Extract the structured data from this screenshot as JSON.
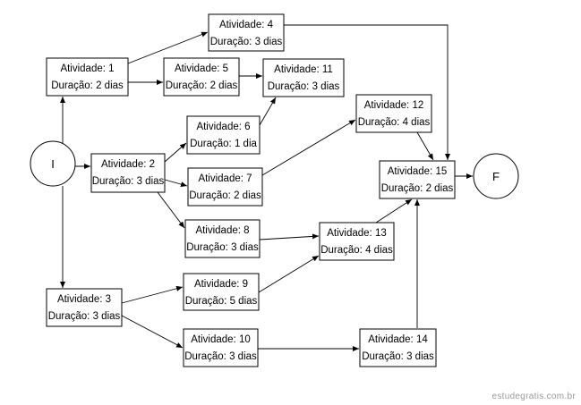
{
  "diagram": {
    "start": {
      "label": "I"
    },
    "finish": {
      "label": "F"
    },
    "activities": [
      {
        "id": "a1",
        "line1": "Atividade: 1",
        "line2": "Duração: 2 dias"
      },
      {
        "id": "a2",
        "line1": "Atividade: 2",
        "line2": "Duração: 3 dias"
      },
      {
        "id": "a3",
        "line1": "Atividade: 3",
        "line2": "Duração: 3 dias"
      },
      {
        "id": "a4",
        "line1": "Atividade: 4",
        "line2": "Duração: 3 dias"
      },
      {
        "id": "a5",
        "line1": "Atividade: 5",
        "line2": "Duração: 2 dias"
      },
      {
        "id": "a6",
        "line1": "Atividade: 6",
        "line2": "Duração: 1 dia"
      },
      {
        "id": "a7",
        "line1": "Atividade: 7",
        "line2": "Duração: 2 dias"
      },
      {
        "id": "a8",
        "line1": "Atividade: 8",
        "line2": "Duração: 3 dias"
      },
      {
        "id": "a9",
        "line1": "Atividade: 9",
        "line2": "Duração: 5 dias"
      },
      {
        "id": "a10",
        "line1": "Atividade: 10",
        "line2": "Duração: 3 dias"
      },
      {
        "id": "a11",
        "line1": "Atividade: 11",
        "line2": "Duração: 3 dias"
      },
      {
        "id": "a12",
        "line1": "Atividade: 12",
        "line2": "Duração: 4 dias"
      },
      {
        "id": "a13",
        "line1": "Atividade: 13",
        "line2": "Duração: 4 dias"
      },
      {
        "id": "a14",
        "line1": "Atividade: 14",
        "line2": "Duração: 3 dias"
      },
      {
        "id": "a15",
        "line1": "Atividade: 15",
        "line2": "Duração: 2 dias"
      }
    ],
    "edges": [
      [
        "start",
        "a1"
      ],
      [
        "start",
        "a2"
      ],
      [
        "start",
        "a3"
      ],
      [
        "a1",
        "a4"
      ],
      [
        "a1",
        "a5"
      ],
      [
        "a5",
        "a11"
      ],
      [
        "a2",
        "a6"
      ],
      [
        "a2",
        "a7"
      ],
      [
        "a2",
        "a8"
      ],
      [
        "a6",
        "a11"
      ],
      [
        "a7",
        "a12"
      ],
      [
        "a8",
        "a13"
      ],
      [
        "a3",
        "a9"
      ],
      [
        "a3",
        "a10"
      ],
      [
        "a9",
        "a13"
      ],
      [
        "a10",
        "a14"
      ],
      [
        "a4",
        "a15"
      ],
      [
        "a12",
        "a15"
      ],
      [
        "a13",
        "a15"
      ],
      [
        "a14",
        "a15"
      ],
      [
        "a15",
        "finish"
      ]
    ]
  },
  "watermark": "estudegratis.com.br"
}
